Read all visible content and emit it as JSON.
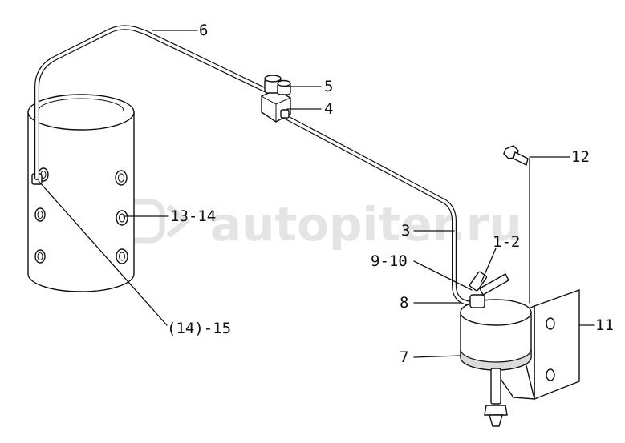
{
  "watermark": "autopiter.ru",
  "callouts": [
    {
      "id": "6",
      "text": "6"
    },
    {
      "id": "5",
      "text": "5"
    },
    {
      "id": "4",
      "text": "4"
    },
    {
      "id": "12",
      "text": "12"
    },
    {
      "id": "13-14",
      "text": "13-14"
    },
    {
      "id": "3",
      "text": "3"
    },
    {
      "id": "1-2",
      "text": "1-2"
    },
    {
      "id": "9-10",
      "text": "9-10"
    },
    {
      "id": "8",
      "text": "8"
    },
    {
      "id": "11",
      "text": "11"
    },
    {
      "id": "7",
      "text": "7"
    },
    {
      "id": "14-15",
      "text": "(14)-15"
    }
  ]
}
